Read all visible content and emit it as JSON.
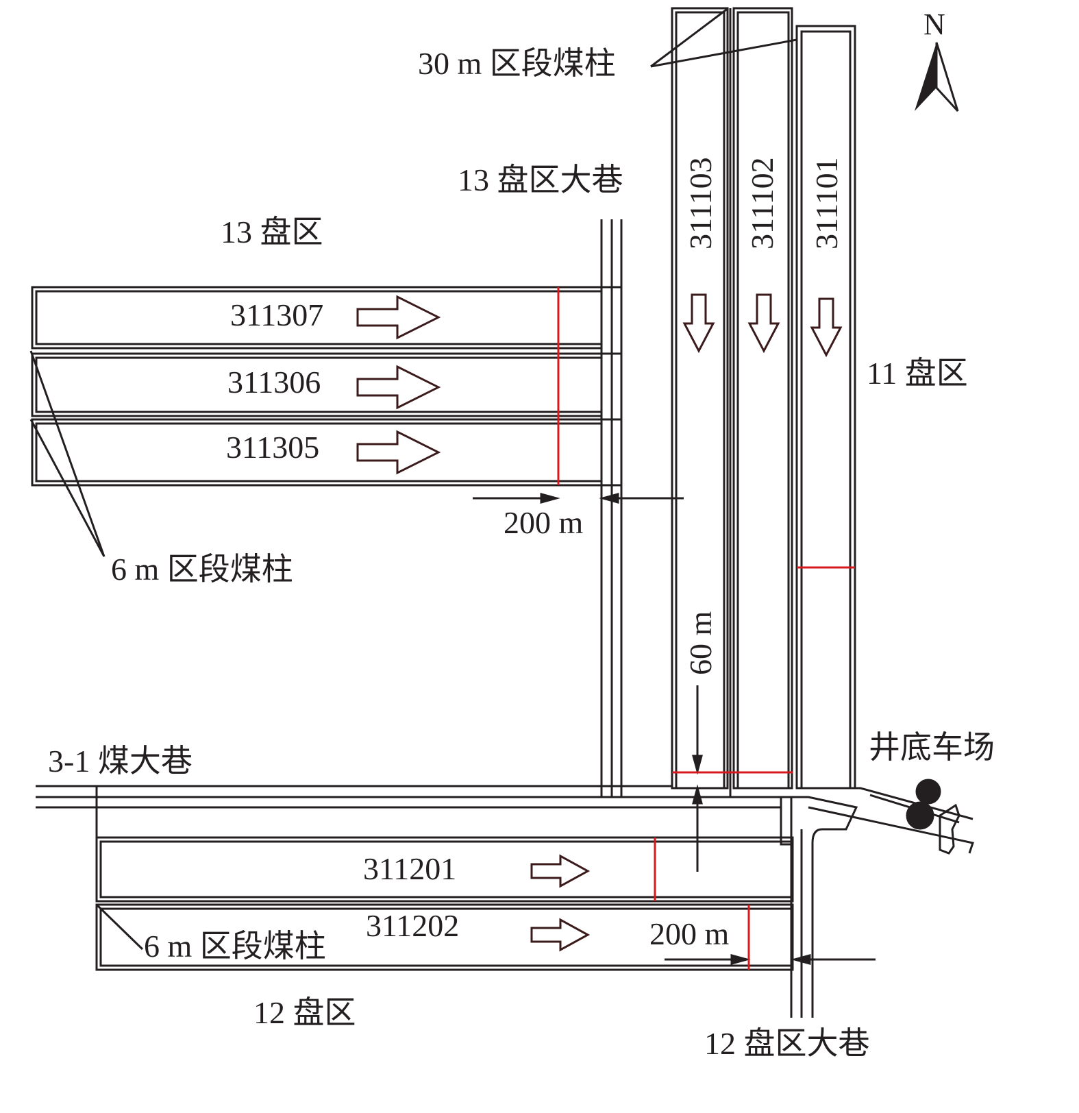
{
  "compass": {
    "north": "N"
  },
  "labels": {
    "pillar_30m": "30 m 区段煤柱",
    "main_13": "13 盘区大巷",
    "district_13": "13 盘区",
    "district_11": "11 盘区",
    "pillar_6m_upper": "6 m 区段煤柱",
    "pillar_6m_lower": "6  m 区段煤柱",
    "main_31": "3-1 煤大巷",
    "shaft_bottom": "井底车场",
    "district_12": "12 盘区",
    "main_12": "12 盘区大巷",
    "dim_200_upper": "200 m",
    "dim_200_lower": "200 m",
    "dim_60": "60 m"
  },
  "panels": {
    "p311307": "311307",
    "p311306": "311306",
    "p311305": "311305",
    "p311103": "311103",
    "p311102": "311102",
    "p311101": "311101",
    "p311201": "311201",
    "p311202": "311202"
  },
  "colors": {
    "line": "#231f20",
    "stop_line": "#d7191c"
  }
}
